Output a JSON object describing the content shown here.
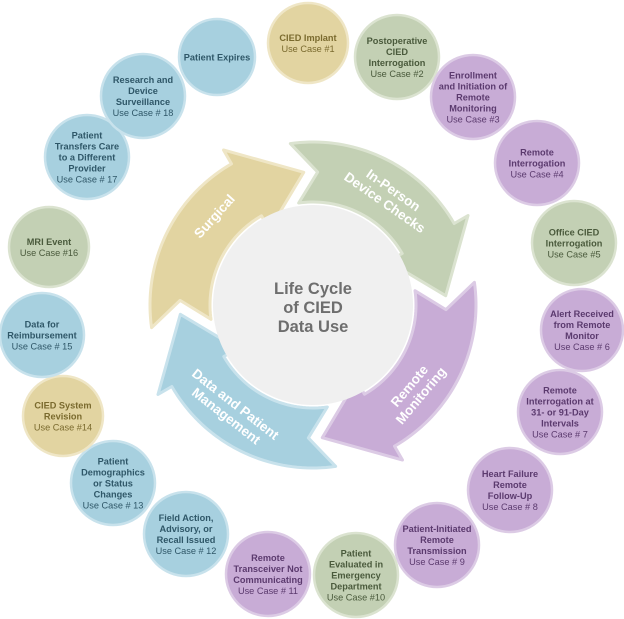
{
  "center": {
    "lines": [
      "Life Cycle",
      "of CIED",
      "Data Use"
    ]
  },
  "colors": {
    "surgical": "#e2d4a1",
    "surgical_stroke": "#efe6c6",
    "inperson": "#c3d0b4",
    "inperson_stroke": "#dbe3d0",
    "remote": "#c8acd6",
    "remote_stroke": "#dccbe5",
    "data": "#a7d0df",
    "data_stroke": "#c8e2ec",
    "center_fill": "#f0f0f0",
    "text_yellow": "#7a6a2e",
    "text_green": "#4a5a3c",
    "text_purple": "#5b3a6e",
    "text_blue": "#2f5768"
  },
  "arrows": [
    {
      "id": "surgical",
      "label_lines": [
        "Surgical"
      ],
      "color_key": "surgical"
    },
    {
      "id": "inperson",
      "label_lines": [
        "In-Person",
        "Device Checks"
      ],
      "color_key": "inperson"
    },
    {
      "id": "remote",
      "label_lines": [
        "Remote",
        "Monitoring"
      ],
      "color_key": "remote"
    },
    {
      "id": "data",
      "label_lines": [
        "Data and Patient",
        "Management"
      ],
      "color_key": "data"
    }
  ],
  "bubbles": [
    {
      "title": [
        "Patient Expires"
      ],
      "sub": "",
      "color": "data"
    },
    {
      "title": [
        "CIED Implant"
      ],
      "sub": "Use Case #1",
      "color": "surgical"
    },
    {
      "title": [
        "Postoperative",
        "CIED",
        "Interrogation"
      ],
      "sub": "Use Case #2",
      "color": "inperson"
    },
    {
      "title": [
        "Enrollment",
        "and Initiation of",
        "Remote",
        "Monitoring"
      ],
      "sub": "Use Case #3",
      "color": "remote"
    },
    {
      "title": [
        "Remote",
        "Interrogation"
      ],
      "sub": "Use Case #4",
      "color": "remote"
    },
    {
      "title": [
        "Office CIED",
        "Interrogation"
      ],
      "sub": "Use Case #5",
      "color": "inperson"
    },
    {
      "title": [
        "Alert Received",
        "from Remote",
        "Monitor"
      ],
      "sub": "Use Case # 6",
      "color": "remote"
    },
    {
      "title": [
        "Remote",
        "Interrogation at",
        "31- or 91-Day",
        "Intervals"
      ],
      "sub": "Use Case # 7",
      "color": "remote"
    },
    {
      "title": [
        "Heart Failure",
        "Remote",
        "Follow-Up"
      ],
      "sub": "Use Case # 8",
      "color": "remote"
    },
    {
      "title": [
        "Patient-Initiated",
        "Remote",
        "Transmission"
      ],
      "sub": "Use Case # 9",
      "color": "remote"
    },
    {
      "title": [
        "Patient",
        "Evaluated in",
        "Emergency",
        "Department"
      ],
      "sub": "Use Case #10",
      "color": "inperson"
    },
    {
      "title": [
        "Remote",
        "Transceiver Not",
        "Communicating"
      ],
      "sub": "Use Case # 11",
      "color": "remote"
    },
    {
      "title": [
        "Field Action,",
        "Advisory, or",
        "Recall Issued"
      ],
      "sub": "Use Case # 12",
      "color": "data"
    },
    {
      "title": [
        "Patient",
        "Demographics",
        "or Status",
        "Changes"
      ],
      "sub": "Use Case # 13",
      "color": "data"
    },
    {
      "title": [
        "CIED System",
        "Revision"
      ],
      "sub": "Use Case #14",
      "color": "surgical"
    },
    {
      "title": [
        "Data for",
        "Reimbursement"
      ],
      "sub": "Use Case # 15",
      "color": "data"
    },
    {
      "title": [
        "MRI Event"
      ],
      "sub": "Use Case #16",
      "color": "inperson"
    },
    {
      "title": [
        "Patient",
        "Transfers Care",
        "to a Different",
        "Provider"
      ],
      "sub": "Use Case # 17",
      "color": "data"
    },
    {
      "title": [
        "Research and",
        "Device",
        "Surveillance"
      ],
      "sub": "Use Case # 18",
      "color": "data"
    }
  ]
}
